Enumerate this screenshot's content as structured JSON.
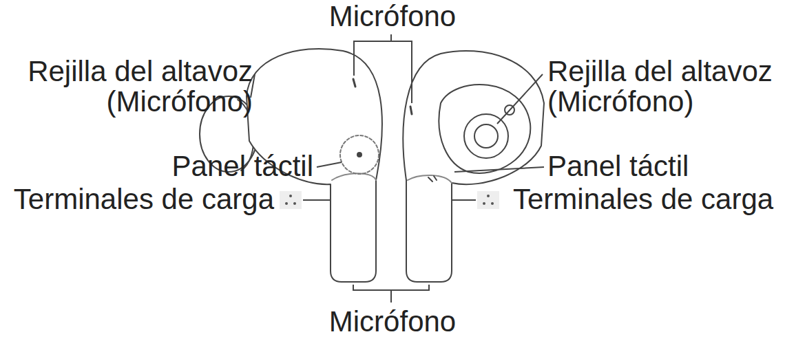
{
  "diagram": {
    "labels": [
      "Micrófono",
      "Rejilla del altavoz (Micrófono)",
      "Rejilla del altavoz (Micrófono)",
      "Panel táctil",
      "Terminales de carga",
      "Panel táctil",
      "Terminales de carga",
      "Micrófono"
    ]
  }
}
